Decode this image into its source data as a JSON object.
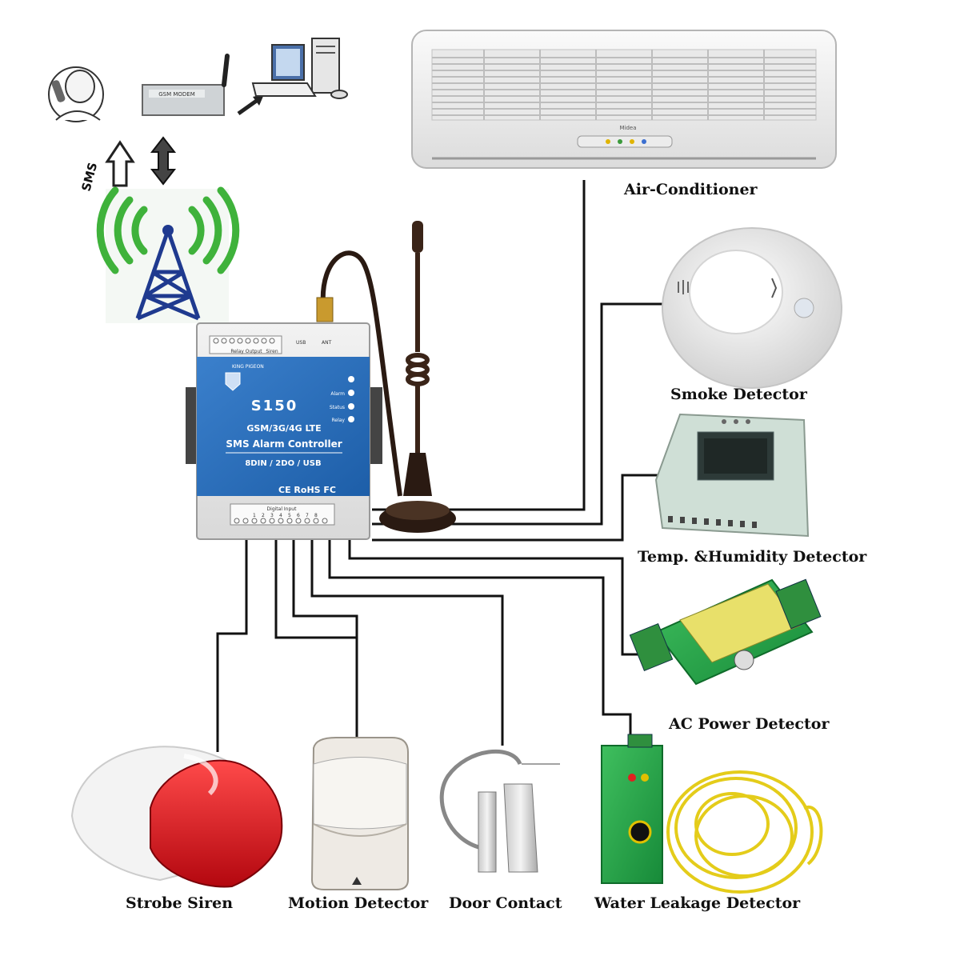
{
  "device": {
    "brand": "KING PIGEON",
    "model": "S150",
    "network": "GSM/3G/4G LTE",
    "function": "SMS Alarm Controller",
    "io": "8DIN / 2DO / USB",
    "certs": "CE RoHS FC",
    "top_terminal_labels": [
      "Relay Output",
      "Siren"
    ],
    "top_port_labels": [
      "USB",
      "ANT"
    ],
    "bottom_terminal_label": "Digital Input",
    "input_numbers": [
      "1",
      "2",
      "3",
      "4",
      "5",
      "6",
      "7",
      "8"
    ],
    "leds": [
      "Alarm",
      "Status",
      "Relay"
    ]
  },
  "network_side": {
    "modem_label": "GSM MODEM",
    "sms_label": "SMS"
  },
  "ac_brand": "Midea",
  "labels": {
    "air_conditioner": "Air-Conditioner",
    "smoke_detector": "Smoke Detector",
    "temp_humidity": "Temp. &Humidity Detector",
    "ac_power": "AC Power Detector",
    "strobe_siren": "Strobe Siren",
    "motion_detector": "Motion Detector",
    "door_contact": "Door Contact",
    "water_leakage": "Water Leakage Detector"
  },
  "colors": {
    "device_blue": "#2a6fbd",
    "antenna_dark": "#3a2418",
    "wire": "#111111",
    "signal_green": "#3fb23b",
    "tower_blue": "#1f3a8f",
    "siren_red": "#c8141b"
  }
}
